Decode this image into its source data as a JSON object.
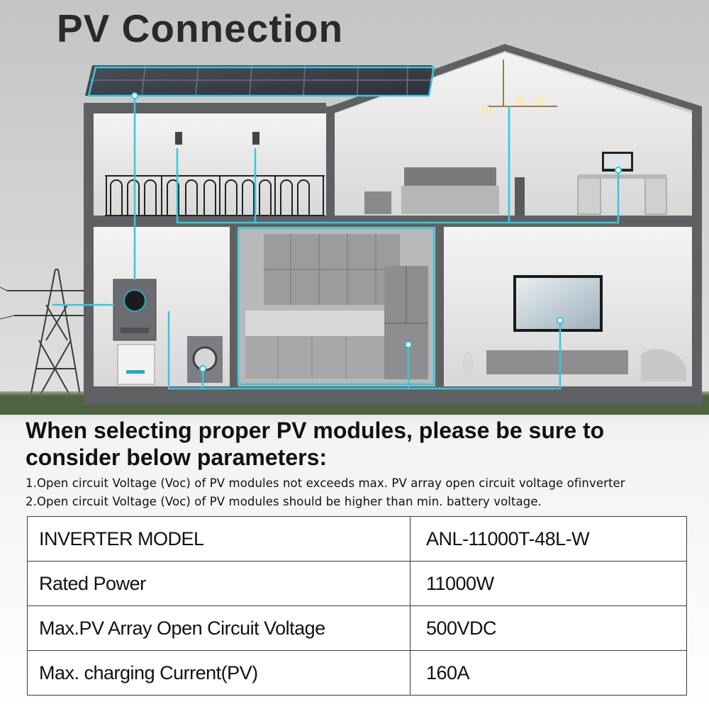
{
  "title": "PV Connection",
  "notice": {
    "heading": "When selecting proper PV modules, please be sure to consider below parameters:",
    "lines": [
      "1.Open circuit Voltage (Voc) of PV modules not exceeds max. PV array open circuit voltage ofinverter",
      "2.Open circuit Voltage (Voc) of PV modules should be higher than min. battery voltage."
    ]
  },
  "specs": {
    "rows": [
      {
        "label": "INVERTER MODEL",
        "value": "ANL-11000T-48L-W"
      },
      {
        "label": "Rated Power",
        "value": "11000W"
      },
      {
        "label": "Max.PV Array Open Circuit Voltage",
        "value": "500VDC"
      },
      {
        "label": "Max. charging Current(PV)",
        "value": "160A"
      }
    ]
  },
  "colors": {
    "house_frame": "#5f6063",
    "wire_accent": "#39c6dd",
    "solar_panel": "#3b4048",
    "grass": "#4e6440"
  }
}
